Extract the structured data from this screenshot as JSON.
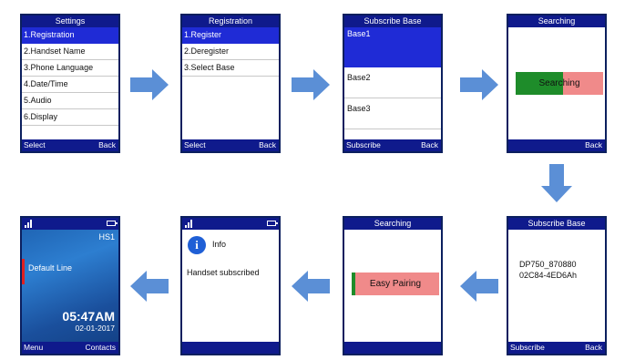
{
  "screens": {
    "settings": {
      "title": "Settings",
      "items": [
        "1.Registration",
        "2.Handset Name",
        "3.Phone Language",
        "4.Date/Time",
        "5.Audio",
        "6.Display"
      ],
      "left": "Select",
      "right": "Back"
    },
    "registration": {
      "title": "Registration",
      "items": [
        "1.Register",
        "2.Deregister",
        "3.Select Base"
      ],
      "left": "Select",
      "right": "Back"
    },
    "subscribe_base": {
      "title": "Subscribe Base",
      "items": [
        "Base1",
        "Base2",
        "Base3"
      ],
      "left": "Subscribe",
      "right": "Back"
    },
    "searching1": {
      "title": "Searching",
      "bar_text": "Searching",
      "right": "Back"
    },
    "subscribe_base2": {
      "title": "Subscribe Base",
      "line1": "DP750_870880",
      "line2": "02C84-4ED6Ah",
      "left": "Subscribe",
      "right": "Back"
    },
    "searching2": {
      "title": "Searching",
      "bar_text": "Easy Pairing"
    },
    "info": {
      "title": "Info",
      "message": "Handset subscribed"
    },
    "idle": {
      "handset": "HS1",
      "line": "Default Line",
      "time": "05:47AM",
      "date": "02-01-2017",
      "left": "Menu",
      "right": "Contacts"
    }
  },
  "colors": {
    "title_bar": "#0f1a8c",
    "selected": "#1f2bd6",
    "arrow": "#5b8fd6",
    "green": "#1e8c2a",
    "salmon": "#f08a8a"
  }
}
